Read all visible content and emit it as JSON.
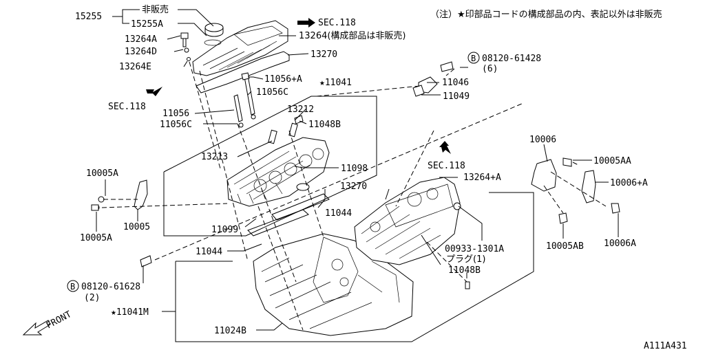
{
  "note": "（注）★印部品コードの構成部品の内、表記以外は非販売",
  "diagram_code": "A111A431",
  "front_label": "FRONT",
  "parts": {
    "p15255": "15255",
    "hihanbai": "非販売",
    "p15255A": "15255A",
    "p13264A": "13264A",
    "p13264D": "13264D",
    "p13264E": "13264E",
    "sec118_top": "SEC.118",
    "p13264_note": "13264(構成部品は非販売)",
    "p13270_top": "13270",
    "bolt_08120_61428": "08120-61428",
    "qty_6": "(6)",
    "p11056A": "11056+A",
    "star_11041": "★11041",
    "p11056C_top": "11056C",
    "p11046": "11046",
    "sec118_left": "SEC.118",
    "p11049": "11049",
    "p11056": "11056",
    "p11056C": "11056C",
    "p13212": "13212",
    "p11048B_top": "11048B",
    "p13213": "13213",
    "p10006": "10006",
    "p10005AA": "10005AA",
    "p10006A": "10006+A",
    "p10005A_top": "10005A",
    "sec118_mid": "SEC.118",
    "p13264A_right": "13264+A",
    "p11098": "11098",
    "p13270_mid": "13270",
    "p11044_mid": "11044",
    "p10005": "10005",
    "p10005A_bot": "10005A",
    "p11099": "11099",
    "p10005AB": "10005AB",
    "p10006A_bot": "10006A",
    "p11044_low": "11044",
    "p00933": "00933-1301A",
    "plug_qty": "プラグ(1)",
    "p11048B_bot": "11048B",
    "bolt_08120_61628": "08120-61628",
    "qty_2": "(2)",
    "star_11041M": "★11041M",
    "p11024B": "11024B",
    "circle_b": "B"
  }
}
